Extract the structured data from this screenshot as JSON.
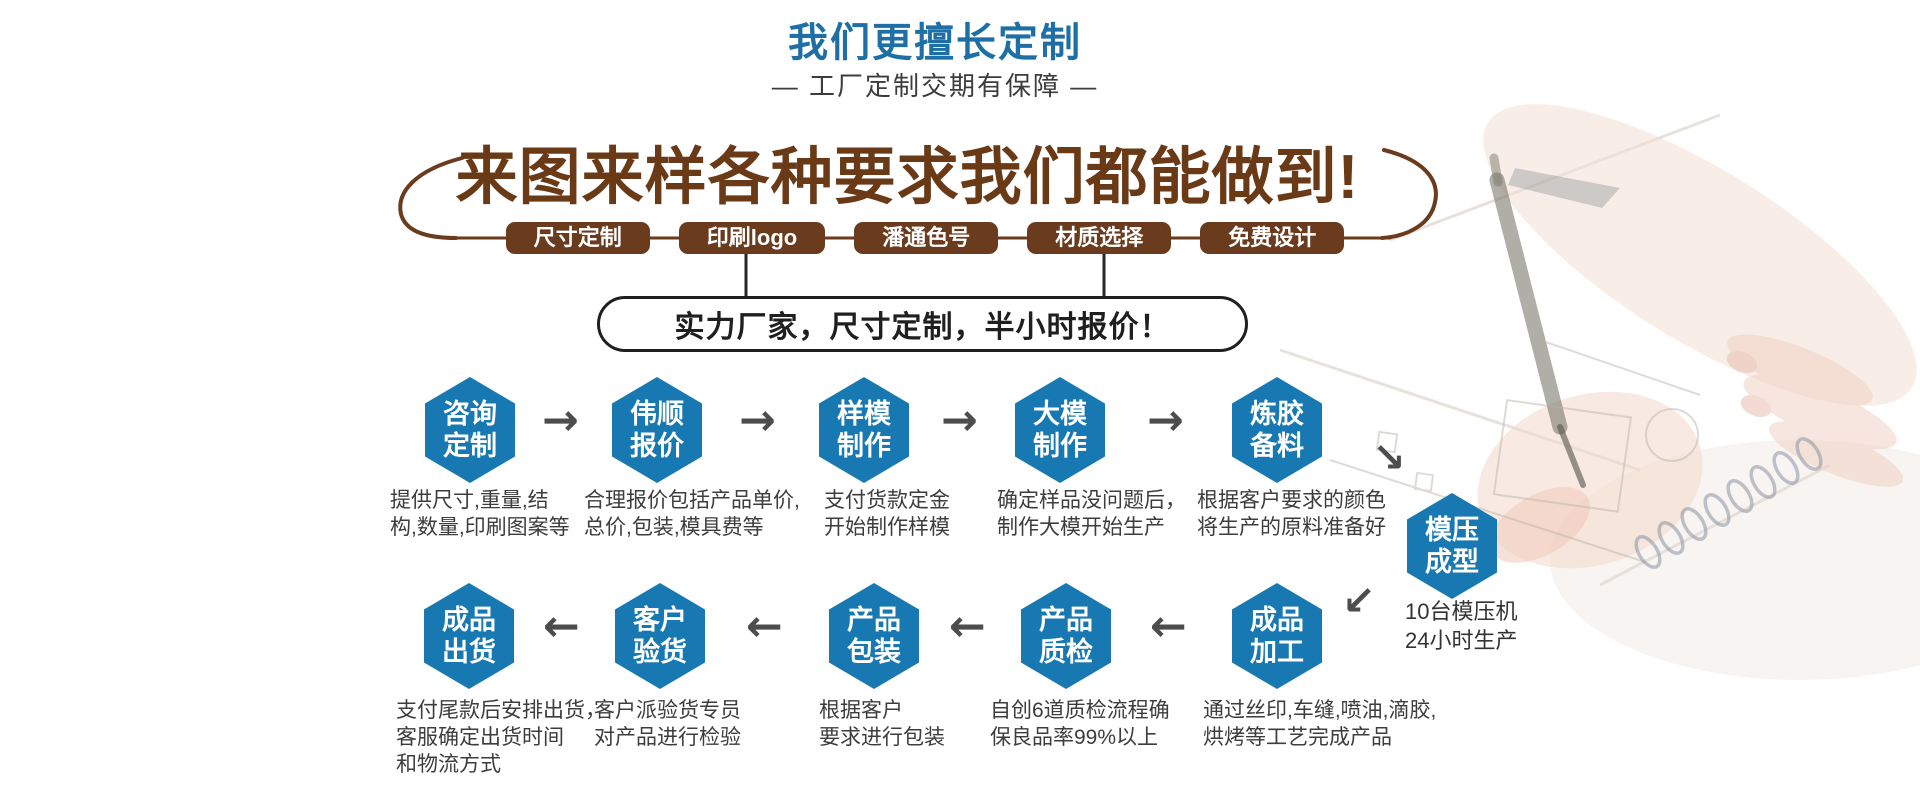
{
  "header": {
    "title": "我们更擅长定制",
    "subtitle": "— 工厂定制交期有保障 —",
    "headline": "来图来样各种要求我们都能做到!",
    "banner": "实力厂家，尺寸定制，半小时报价！"
  },
  "tags": [
    {
      "label": "尺寸定制"
    },
    {
      "label": "印刷logo"
    },
    {
      "label": "潘通色号"
    },
    {
      "label": "材质选择"
    },
    {
      "label": "免费设计"
    }
  ],
  "colors": {
    "title_blue": "#1d6fa5",
    "hexagon_blue": "#1879b2",
    "brown": "#6a3b1d",
    "text_dark": "#3d3d3d",
    "arrow_gray": "#4d4d4d",
    "outline_dark": "#1f1f1f"
  },
  "flow": {
    "steps": [
      {
        "line1": "咨询",
        "line2": "定制",
        "desc": "提供尺寸,重量,结\n构,数量,印刷图案等"
      },
      {
        "line1": "伟顺",
        "line2": "报价",
        "desc": "合理报价包括产品单价,\n总价,包装,模具费等"
      },
      {
        "line1": "样模",
        "line2": "制作",
        "desc": "支付货款定金\n开始制作样模"
      },
      {
        "line1": "大模",
        "line2": "制作",
        "desc": "确定样品没问题后，\n制作大模开始生产"
      },
      {
        "line1": "炼胶",
        "line2": "备料",
        "desc": "根据客户要求的颜色\n将生产的原料准备好"
      },
      {
        "line1": "模压",
        "line2": "成型",
        "desc": "10台模压机\n24小时生产"
      },
      {
        "line1": "成品",
        "line2": "加工",
        "desc": "通过丝印,车缝,喷油,滴胶,\n烘烤等工艺完成产品"
      },
      {
        "line1": "产品",
        "line2": "质检",
        "desc": "自创6道质检流程确\n保良品率99%以上"
      },
      {
        "line1": "产品",
        "line2": "包装",
        "desc": "根据客户\n要求进行包装"
      },
      {
        "line1": "客户",
        "line2": "验货",
        "desc": "客户派验货专员\n对产品进行检验"
      },
      {
        "line1": "成品",
        "line2": "出货",
        "desc": "支付尾款后安排出货，\n客服确定出货时间\n和物流方式"
      }
    ],
    "arrows": {
      "right": "→",
      "left": "←",
      "down_right": "↘",
      "down_left": "↙"
    }
  }
}
